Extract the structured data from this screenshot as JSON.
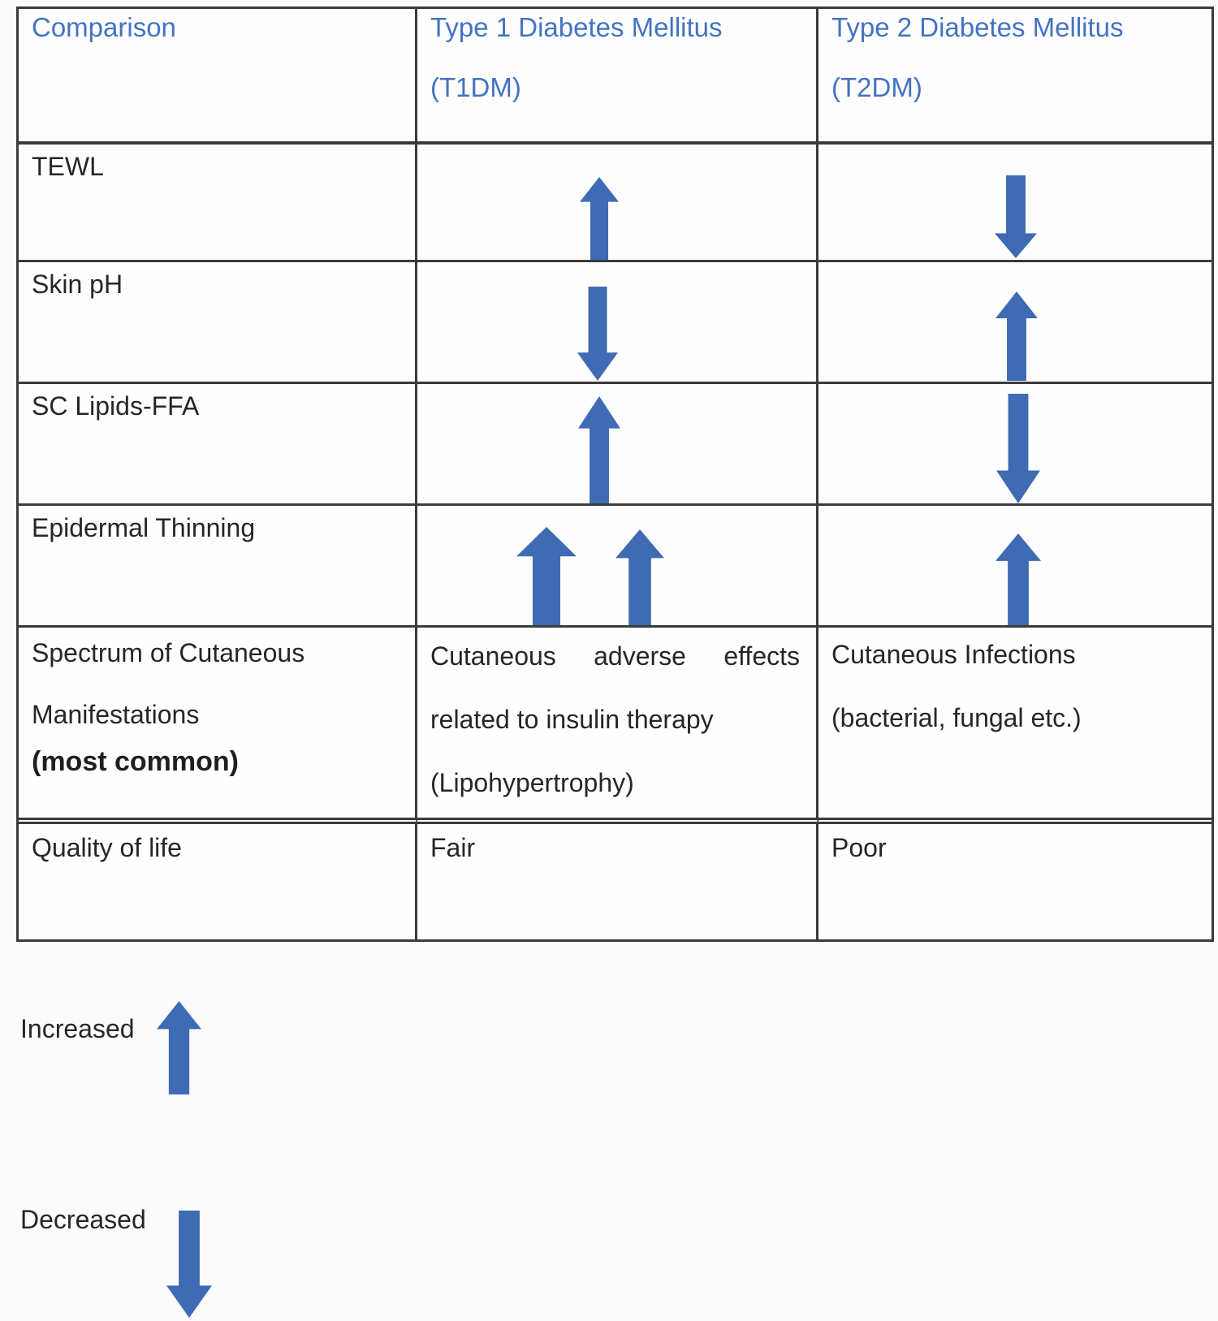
{
  "table": {
    "header": {
      "comparison": "Comparison",
      "t1dm": [
        "Type 1 Diabetes Mellitus",
        "(T1DM)"
      ],
      "t2dm": [
        "Type 2 Diabetes Mellitus",
        "(T2DM)"
      ]
    },
    "rows": {
      "tewl": {
        "label": "TEWL",
        "t1dm_arrows": [
          "up"
        ],
        "t2dm_arrows": [
          "down"
        ]
      },
      "skin_ph": {
        "label": "Skin pH",
        "t1dm_arrows": [
          "down"
        ],
        "t2dm_arrows": [
          "up"
        ]
      },
      "sc_lipids": {
        "label": "SC Lipids-FFA",
        "t1dm_arrows": [
          "up"
        ],
        "t2dm_arrows": [
          "down"
        ]
      },
      "epidermal": {
        "label": "Epidermal Thinning",
        "t1dm_arrows": [
          "up",
          "up"
        ],
        "t2dm_arrows": [
          "up"
        ]
      },
      "spectrum": {
        "label": [
          "Spectrum of Cutaneous",
          "Manifestations",
          "(most common)"
        ],
        "t1dm": [
          "Cutaneous adverse effects",
          "related to insulin therapy",
          "(Lipohypertrophy)"
        ],
        "t2dm": [
          "Cutaneous Infections",
          "(bacterial, fungal etc.)"
        ]
      },
      "quality": {
        "label": "Quality of life",
        "t1dm": "Fair",
        "t2dm": "Poor"
      }
    }
  },
  "legend": {
    "increased": "Increased",
    "decreased": "Decreased"
  },
  "colors": {
    "arrow_blue": "#3E6BB4",
    "header_blue": "#4472C4",
    "body_text": "#262626",
    "border": "#3B3B3B"
  }
}
